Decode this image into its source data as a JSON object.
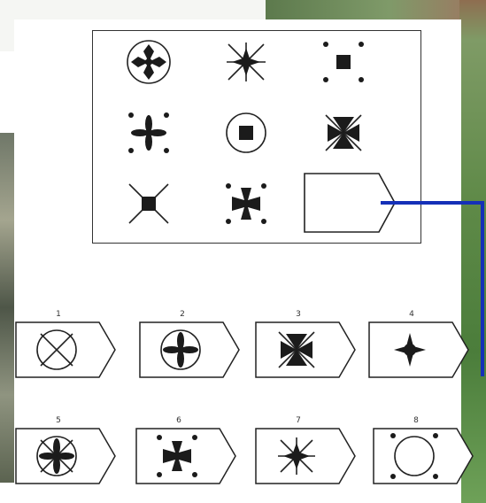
{
  "colors": {
    "ink": "#1b1b1b",
    "pointer": "#1530b8",
    "frame": "#333333"
  },
  "matrix": {
    "cells": [
      {
        "icon": "circle-cross-spiky-icon"
      },
      {
        "icon": "starburst-icon"
      },
      {
        "icon": "square-four-dots-icon"
      },
      {
        "icon": "four-petal-dots-icon"
      },
      {
        "icon": "circle-square-icon"
      },
      {
        "icon": "x-cross-bowtie-icon"
      },
      {
        "icon": "x-square-icon"
      },
      {
        "icon": "maltese-cross-dots-icon"
      },
      {
        "icon": "empty-tab-slot-icon"
      }
    ]
  },
  "options": [
    {
      "label": "1",
      "icon": "circle-x-icon"
    },
    {
      "label": "2",
      "icon": "circle-four-petal-icon"
    },
    {
      "label": "3",
      "icon": "x-cross-bowtie-icon"
    },
    {
      "label": "4",
      "icon": "four-petal-star-icon"
    },
    {
      "label": "5",
      "icon": "circle-x-four-petal-icon"
    },
    {
      "label": "6",
      "icon": "maltese-cross-dots-icon"
    },
    {
      "label": "7",
      "icon": "starburst-icon"
    },
    {
      "label": "8",
      "icon": "circle-four-dots-icon"
    }
  ]
}
